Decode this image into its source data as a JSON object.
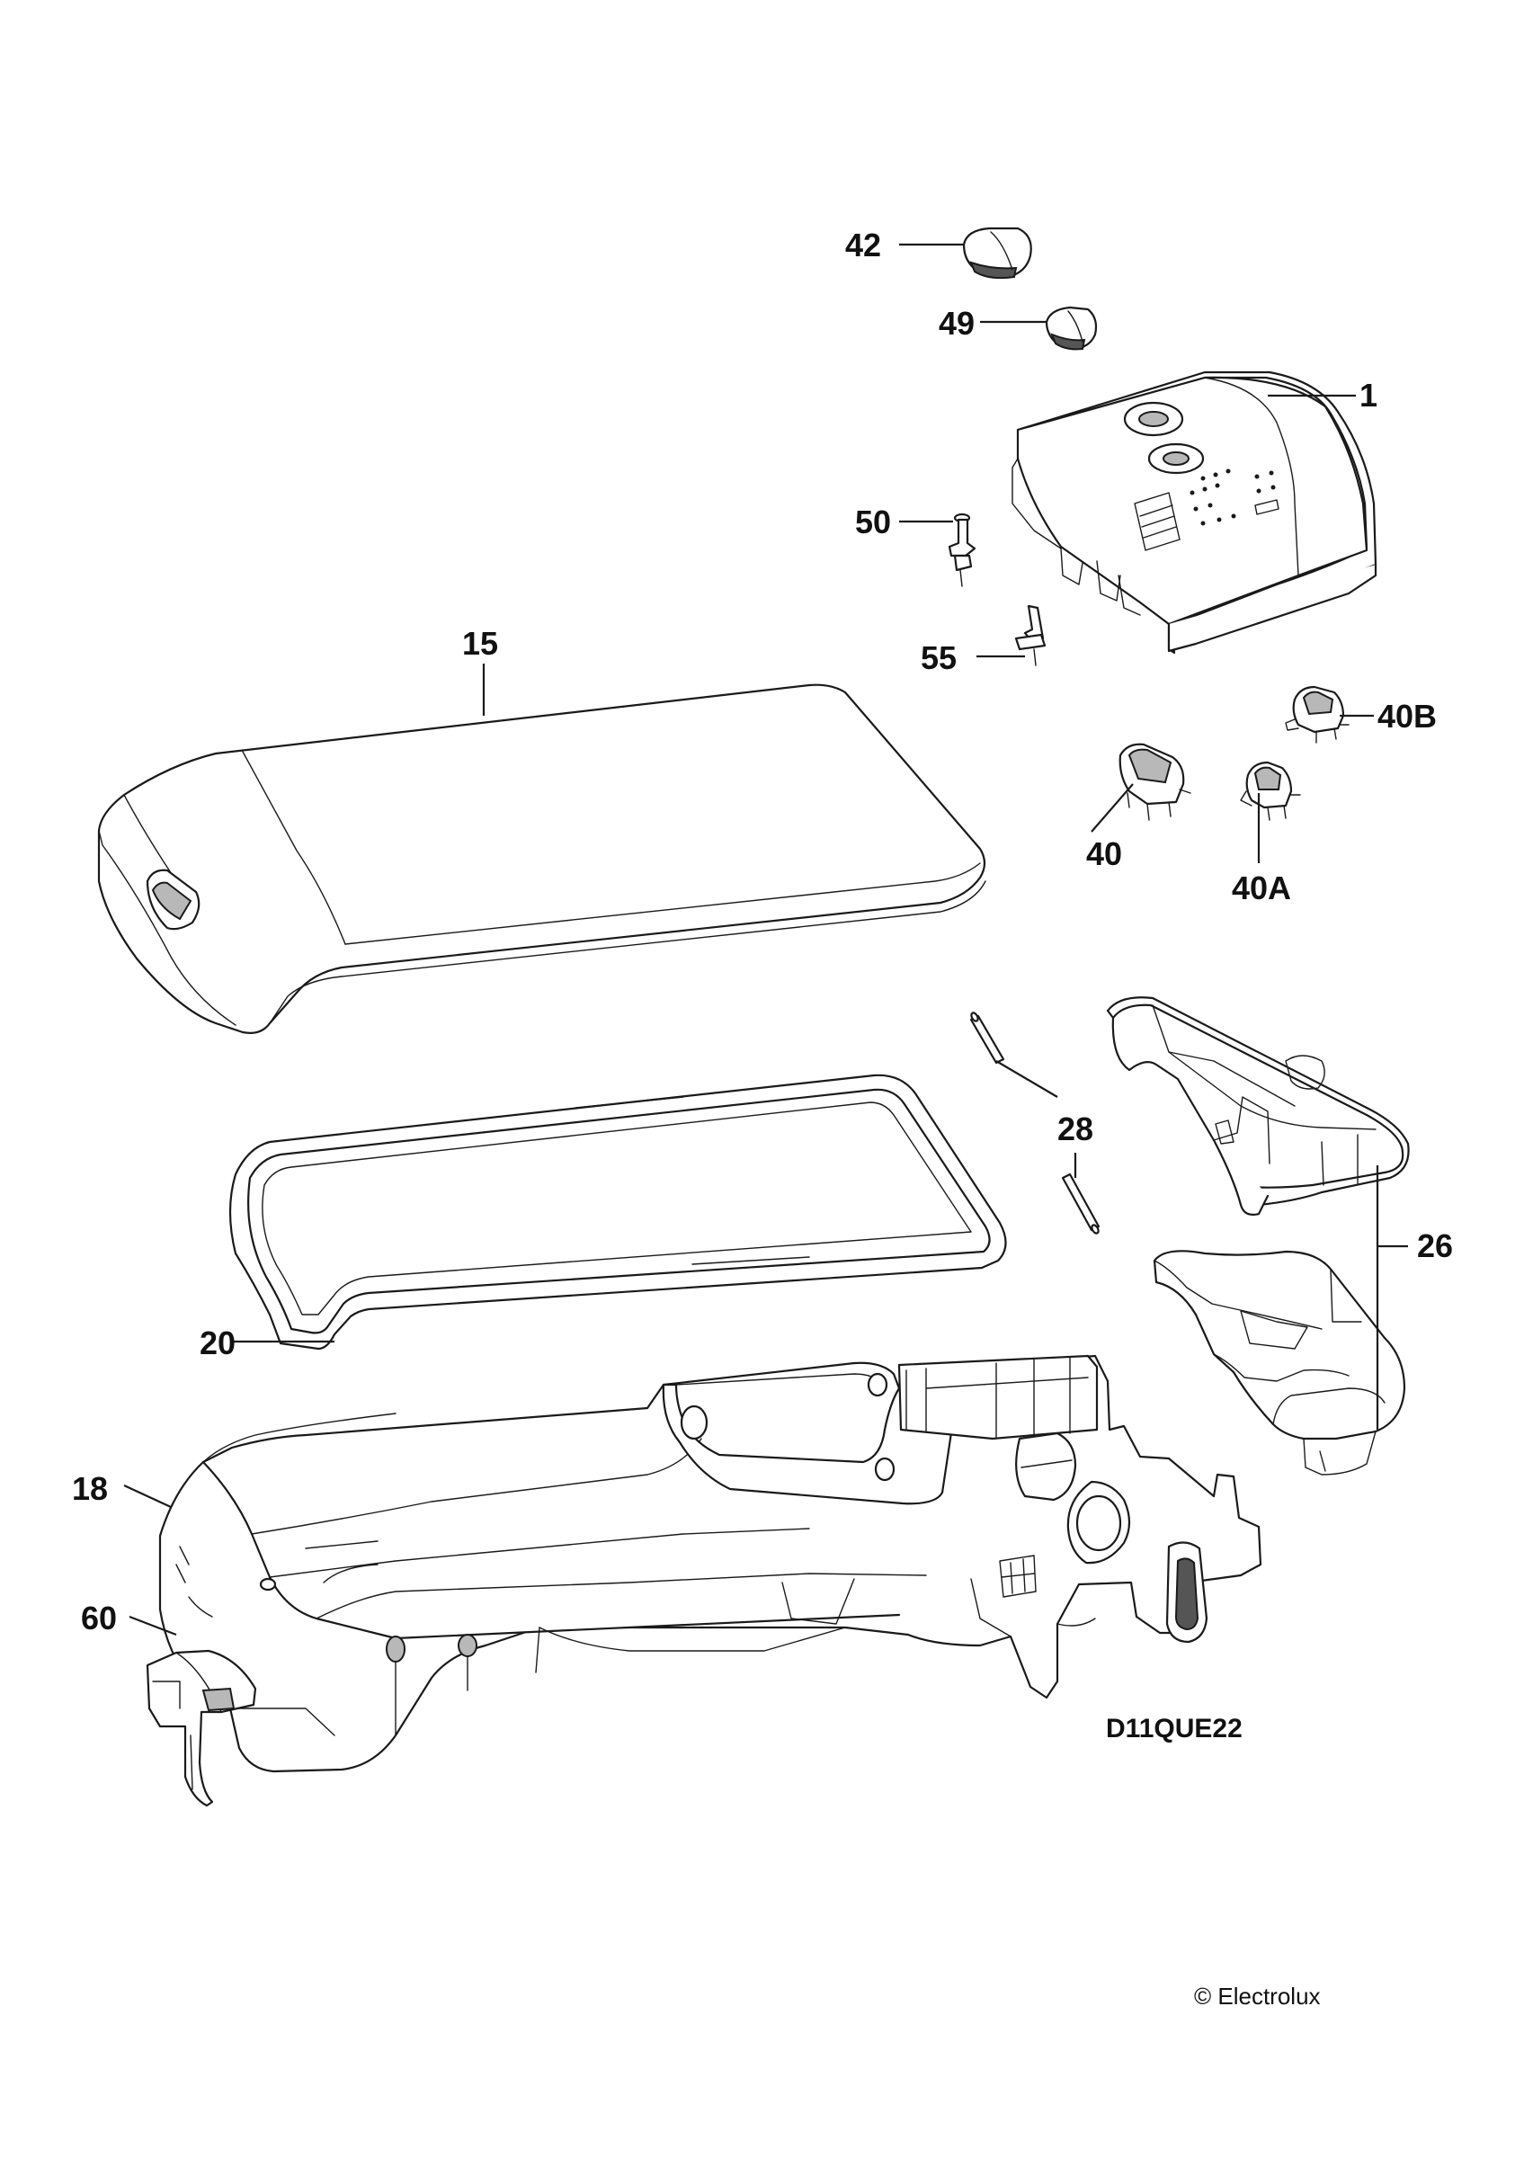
{
  "callouts": {
    "p42": "42",
    "p49": "49",
    "p1": "1",
    "p50": "50",
    "p55": "55",
    "p15": "15",
    "p40b": "40B",
    "p40": "40",
    "p40a": "40A",
    "p28": "28",
    "p26": "26",
    "p20": "20",
    "p18": "18",
    "p60": "60"
  },
  "drawing_code": "D11QUE22",
  "copyright": "© Electrolux"
}
